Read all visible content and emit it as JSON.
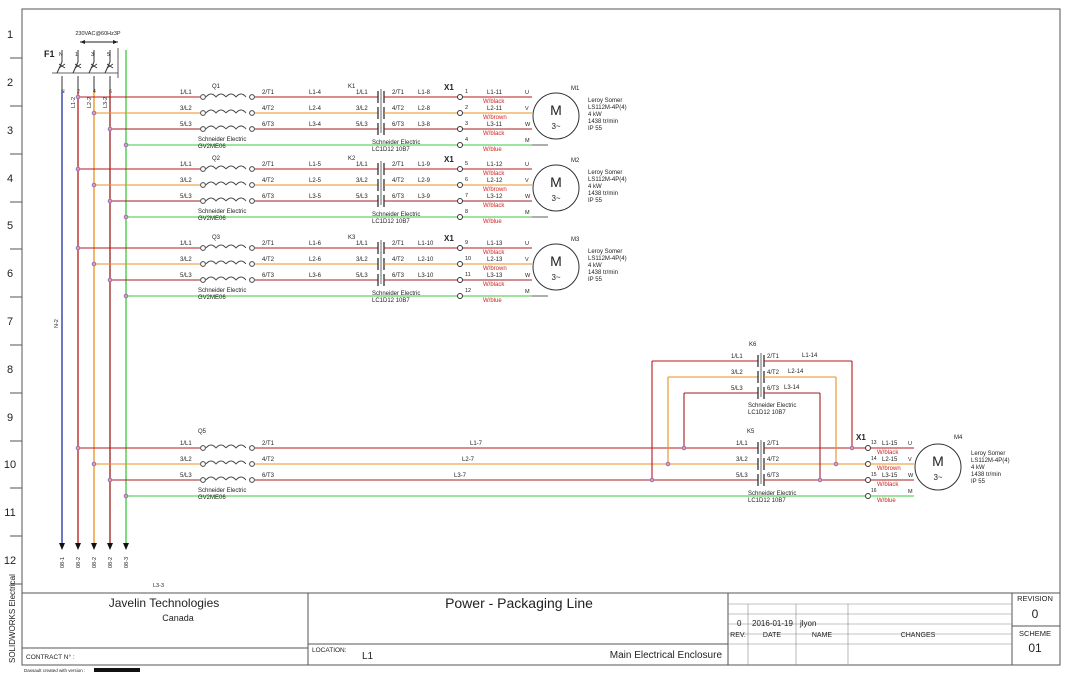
{
  "row_numbers": [
    "1",
    "2",
    "3",
    "4",
    "5",
    "6",
    "7",
    "8",
    "9",
    "10",
    "11",
    "12"
  ],
  "side_label": "SOLIDWORKS Electrical",
  "supply": {
    "label": "230VAC@60Hz3P",
    "breaker": "F1",
    "terminal_tops": [
      "N",
      "1",
      "3",
      "5"
    ],
    "terminal_bottoms": [
      "N",
      "2",
      "4",
      "6"
    ]
  },
  "bus": {
    "wire_labels": [
      "N-2",
      "L1-2",
      "L2-2",
      "L3-2"
    ],
    "arrow_labels": [
      "08-1",
      "08-2",
      "08-2",
      "08-2",
      "08-3"
    ],
    "n_label": "N-2",
    "bottom_label": "L3-3"
  },
  "colors": {
    "l1": "#b81818",
    "l2": "#e8901e",
    "l3": "#a01e1e",
    "pe": "#3cc83c",
    "n": "#2030a0",
    "frame": "#555555"
  },
  "circuits": [
    {
      "breaker": {
        "name": "Q1",
        "vendor": "Schneider Electric",
        "ref": "GV2ME06",
        "pins_in": [
          "1/L1",
          "3/L2",
          "5/L3"
        ],
        "pins_out": [
          "2/T1",
          "4/T2",
          "6/T3"
        ]
      },
      "wires_a": [
        "L1-4",
        "L2-4",
        "L3-4"
      ],
      "contactor": {
        "name": "K1",
        "vendor": "Schneider Electric",
        "ref": "LC1D12 10B7",
        "pins_in": [
          "1/L1",
          "3/L2",
          "5/L3"
        ],
        "pins_out": [
          "2/T1",
          "4/T2",
          "6/T3"
        ]
      },
      "wires_b": [
        "L1-8",
        "L2-8",
        "L3-8"
      ],
      "terminal": {
        "name": "X1",
        "numbers": [
          "1",
          "2",
          "3",
          "4"
        ]
      },
      "wires_c": [
        "L1-11",
        "L2-11",
        "L3-11"
      ],
      "cables": [
        "W/black",
        "W/brown",
        "W/black",
        "W/blue"
      ],
      "motor": {
        "name": "M1",
        "symbol": "M",
        "phase": "3~",
        "pins": [
          "U",
          "V",
          "W",
          "M"
        ],
        "spec": [
          "Leroy Somer",
          "LS112M-4P(4)",
          "4 kW",
          "1438 tr/min",
          "IP 55"
        ]
      }
    },
    {
      "breaker": {
        "name": "Q2",
        "vendor": "Schneider Electric",
        "ref": "GV2ME06",
        "pins_in": [
          "1/L1",
          "3/L2",
          "5/L3"
        ],
        "pins_out": [
          "2/T1",
          "4/T2",
          "6/T3"
        ]
      },
      "wires_a": [
        "L1-5",
        "L2-5",
        "L3-5"
      ],
      "contactor": {
        "name": "K2",
        "vendor": "Schneider Electric",
        "ref": "LC1D12 10B7",
        "pins_in": [
          "1/L1",
          "3/L2",
          "5/L3"
        ],
        "pins_out": [
          "2/T1",
          "4/T2",
          "6/T3"
        ]
      },
      "wires_b": [
        "L1-9",
        "L2-9",
        "L3-9"
      ],
      "terminal": {
        "name": "X1",
        "numbers": [
          "5",
          "6",
          "7",
          "8"
        ]
      },
      "wires_c": [
        "L1-12",
        "L2-12",
        "L3-12"
      ],
      "cables": [
        "W/black",
        "W/brown",
        "W/black",
        "W/blue"
      ],
      "motor": {
        "name": "M2",
        "symbol": "M",
        "phase": "3~",
        "pins": [
          "U",
          "V",
          "W",
          "M"
        ],
        "spec": [
          "Leroy Somer",
          "LS112M-4P(4)",
          "4 kW",
          "1438 tr/min",
          "IP 55"
        ]
      }
    },
    {
      "breaker": {
        "name": "Q3",
        "vendor": "Schneider Electric",
        "ref": "GV2ME06",
        "pins_in": [
          "1/L1",
          "3/L2",
          "5/L3"
        ],
        "pins_out": [
          "2/T1",
          "4/T2",
          "6/T3"
        ]
      },
      "wires_a": [
        "L1-6",
        "L2-6",
        "L3-6"
      ],
      "contactor": {
        "name": "K3",
        "vendor": "Schneider Electric",
        "ref": "LC1D12 10B7",
        "pins_in": [
          "1/L1",
          "3/L2",
          "5/L3"
        ],
        "pins_out": [
          "2/T1",
          "4/T2",
          "6/T3"
        ]
      },
      "wires_b": [
        "L1-10",
        "L2-10",
        "L3-10"
      ],
      "terminal": {
        "name": "X1",
        "numbers": [
          "9",
          "10",
          "11",
          "12"
        ]
      },
      "wires_c": [
        "L1-13",
        "L2-13",
        "L3-13"
      ],
      "cables": [
        "W/black",
        "W/brown",
        "W/black",
        "W/blue"
      ],
      "motor": {
        "name": "M3",
        "symbol": "M",
        "phase": "3~",
        "pins": [
          "U",
          "V",
          "W",
          "M"
        ],
        "spec": [
          "Leroy Somer",
          "LS112M-4P(4)",
          "4 kW",
          "1438 tr/min",
          "IP 55"
        ]
      }
    }
  ],
  "reversing": {
    "breaker": {
      "name": "Q5",
      "vendor": "Schneider Electric",
      "ref": "GV2ME06",
      "pins_in": [
        "1/L1",
        "3/L2",
        "5/L3"
      ],
      "pins_out": [
        "2/T1",
        "4/T2",
        "6/T3"
      ]
    },
    "wires": [
      "L1-7",
      "L2-7",
      "L3-7"
    ],
    "k6": {
      "name": "K6",
      "vendor": "Schneider Electric",
      "ref": "LC1D12 10B7",
      "pins_in": [
        "1/L1",
        "3/L2",
        "5/L3"
      ],
      "pins_out": [
        "2/T1",
        "4/T2",
        "6/T3"
      ],
      "wires": [
        "L1-14",
        "L2-14",
        "L3-14"
      ]
    },
    "k5": {
      "name": "K5",
      "vendor": "Schneider Electric",
      "ref": "LC1D12 10B7",
      "pins_in": [
        "1/L1",
        "3/L2",
        "5/L3"
      ],
      "pins_out": [
        "2/T1",
        "4/T2",
        "6/T3"
      ]
    },
    "terminal": {
      "name": "X1",
      "numbers": [
        "13",
        "14",
        "15",
        "16"
      ]
    },
    "wires_c": [
      "L1-15",
      "L2-15",
      "L3-15"
    ],
    "cables": [
      "W/black",
      "W/brown",
      "W/black",
      "W/blue"
    ],
    "motor": {
      "name": "M4",
      "symbol": "M",
      "phase": "3~",
      "pins": [
        "U",
        "V",
        "W",
        "M"
      ],
      "spec": [
        "Leroy Somer",
        "LS112M-4P(4)",
        "4 kW",
        "1438 tr/min",
        "IP 55"
      ]
    }
  },
  "title_block": {
    "company": "Javelin Technologies",
    "country": "Canada",
    "title": "Power - Packaging Line",
    "contract_label": "CONTRACT N° :",
    "location_label": "LOCATION:",
    "location": "L1",
    "enclosure": "Main Electrical Enclosure",
    "rev_row": {
      "rev": "0",
      "date": "2016-01-19",
      "name": "jlyon"
    },
    "headers": {
      "rev": "REV.",
      "date": "DATE",
      "name": "NAME",
      "changes": "CHANGES"
    },
    "revision_label": "REVISION",
    "revision": "0",
    "scheme_label": "SCHEME",
    "scheme": "01",
    "created_with": "Dassault created with version :"
  }
}
